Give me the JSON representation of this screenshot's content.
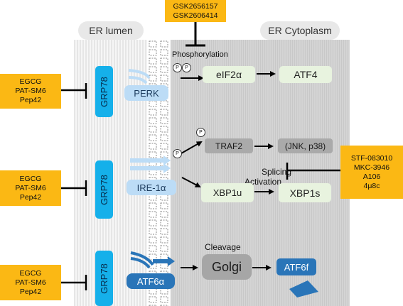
{
  "regions": {
    "lumen": "ER lumen",
    "cytoplasm": "ER Cytoplasm"
  },
  "inhibitors": {
    "perk_kinase": [
      "GSK2656157",
      "GSK2606414"
    ],
    "grp78_perk": [
      "EGCG",
      "PAT-SM6",
      "Pep42"
    ],
    "grp78_ire1": [
      "EGCG",
      "PAT-SM6",
      "Pep42"
    ],
    "grp78_atf6": [
      "EGCG",
      "PAT-SM6",
      "Pep42"
    ],
    "ire1_rnase": [
      "STF-083010",
      "MKC-3946",
      "A106",
      "4μ8c"
    ]
  },
  "chaperone": "GRP78",
  "sensors": {
    "perk": "PERK",
    "ire1": "IRE-1α",
    "atf6": "ATF6α"
  },
  "nodes": {
    "eif2a": "eIF2α",
    "atf4": "ATF4",
    "traf2": "TRAF2",
    "jnk_p38": "(JNK, p38)",
    "xbp1u": "XBP1u",
    "xbp1s": "XBP1s",
    "golgi": "Golgi",
    "atf6f": "ATF6f"
  },
  "annotations": {
    "phosphorylation": "Phosphorylation",
    "splicing": "Splicing",
    "activation": "Activation",
    "cleavage": "Cleavage",
    "phospho_mark": "P"
  },
  "colors": {
    "inhibitor_box": "#fbb814",
    "grp78": "#15b0ea",
    "perk_ire1": "#bcdcf6",
    "atf6": "#2a75b8",
    "downstream_node": "#e8f3df",
    "cyto_node": "#aaaaaa"
  }
}
